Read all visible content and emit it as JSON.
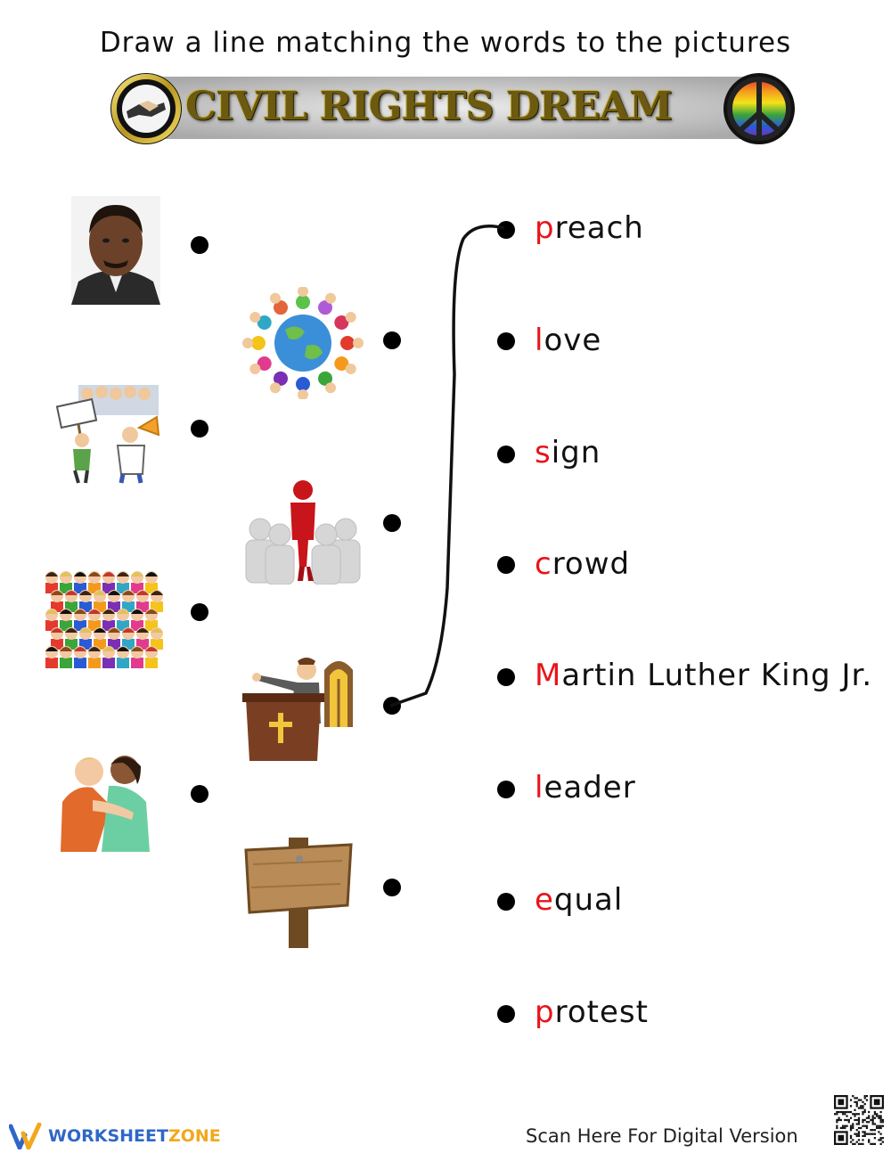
{
  "instruction": "Draw a line matching the words to the pictures",
  "banner": {
    "title": "CIVIL RIGHTS DREAM"
  },
  "pictures": [
    {
      "icon": "mlk-portrait-icon"
    },
    {
      "icon": "children-around-globe-icon"
    },
    {
      "icon": "protest-crowd-icon"
    },
    {
      "icon": "leader-figure-icon"
    },
    {
      "icon": "crowd-of-people-icon"
    },
    {
      "icon": "preacher-pulpit-icon"
    },
    {
      "icon": "hugging-people-icon"
    },
    {
      "icon": "wooden-sign-icon"
    }
  ],
  "words": [
    {
      "first": "p",
      "rest": "reach"
    },
    {
      "first": "l",
      "rest": "ove"
    },
    {
      "first": "s",
      "rest": "ign"
    },
    {
      "first": "c",
      "rest": "rowd"
    },
    {
      "first": "M",
      "rest": "artin Luther King Jr."
    },
    {
      "first": "l",
      "rest": "eader"
    },
    {
      "first": "e",
      "rest": "qual"
    },
    {
      "first": "p",
      "rest": "rotest"
    }
  ],
  "example_match": {
    "picture": "preacher-pulpit-icon",
    "word": "preach"
  },
  "footer": {
    "logo_part1": "WORKSHEET",
    "logo_part2": "ZONE",
    "scan_text": "Scan Here For Digital Version"
  },
  "colors": {
    "first_letter": "#e8141a",
    "text": "#111111",
    "logo_blue": "#2f67c8",
    "logo_orange": "#f2a81d"
  }
}
